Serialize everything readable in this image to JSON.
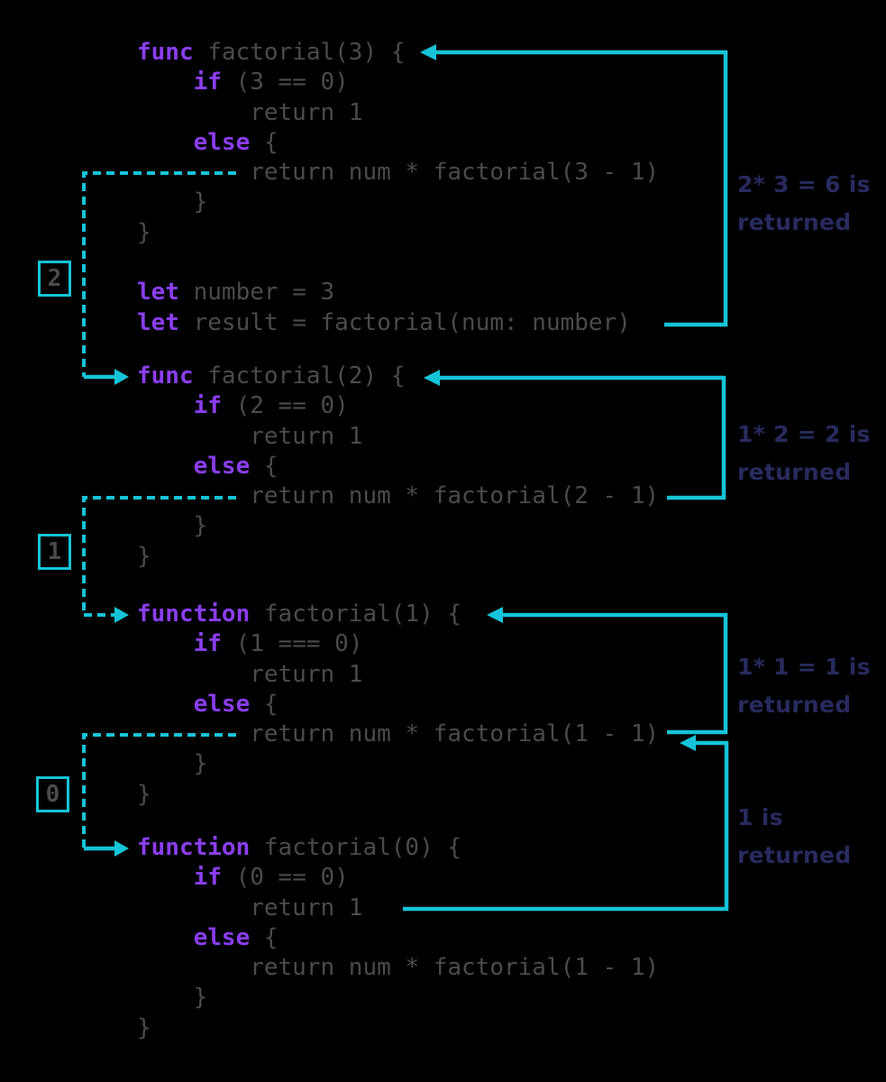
{
  "colors": {
    "background": "#000000",
    "accent_cyan": "#15c4d8",
    "keyword_purple": "#8b3df0",
    "code_gray": "#4b4b4b",
    "annotation_navy": "#272b5e"
  },
  "code_blocks": [
    {
      "name": "factorial-3-call",
      "lines": [
        [
          {
            "text": "func",
            "style": "keyword"
          },
          {
            "text": " factorial(3) {",
            "style": "plain"
          }
        ],
        [
          {
            "text": "    ",
            "style": "plain"
          },
          {
            "text": "if",
            "style": "keyword"
          },
          {
            "text": " (3 == 0)",
            "style": "plain"
          }
        ],
        [
          {
            "text": "        return 1",
            "style": "plain"
          }
        ],
        [
          {
            "text": "    ",
            "style": "plain"
          },
          {
            "text": "else",
            "style": "keyword"
          },
          {
            "text": " {",
            "style": "plain"
          }
        ],
        [
          {
            "text": "        return num * factorial(3 - 1)",
            "style": "plain"
          }
        ],
        [
          {
            "text": "    }",
            "style": "plain"
          }
        ],
        [
          {
            "text": "}",
            "style": "plain"
          }
        ],
        [
          {
            "text": "",
            "style": "plain"
          }
        ],
        [
          {
            "text": "let",
            "style": "keyword"
          },
          {
            "text": " number = 3",
            "style": "plain"
          }
        ],
        [
          {
            "text": "let",
            "style": "keyword"
          },
          {
            "text": " result = factorial(num: number)",
            "style": "plain"
          }
        ]
      ]
    },
    {
      "name": "factorial-2-call",
      "lines": [
        [
          {
            "text": "func",
            "style": "keyword"
          },
          {
            "text": " factorial(2) {",
            "style": "plain"
          }
        ],
        [
          {
            "text": "    ",
            "style": "plain"
          },
          {
            "text": "if",
            "style": "keyword"
          },
          {
            "text": " (2 == 0)",
            "style": "plain"
          }
        ],
        [
          {
            "text": "        return 1",
            "style": "plain"
          }
        ],
        [
          {
            "text": "    ",
            "style": "plain"
          },
          {
            "text": "else",
            "style": "keyword"
          },
          {
            "text": " {",
            "style": "plain"
          }
        ],
        [
          {
            "text": "        return num * factorial(2 - 1)",
            "style": "plain"
          }
        ],
        [
          {
            "text": "    }",
            "style": "plain"
          }
        ],
        [
          {
            "text": "}",
            "style": "plain"
          }
        ]
      ]
    },
    {
      "name": "factorial-1-call",
      "lines": [
        [
          {
            "text": "function",
            "style": "keyword"
          },
          {
            "text": " factorial(1) {",
            "style": "plain"
          }
        ],
        [
          {
            "text": "    ",
            "style": "plain"
          },
          {
            "text": "if",
            "style": "keyword"
          },
          {
            "text": " (1 === 0)",
            "style": "plain"
          }
        ],
        [
          {
            "text": "        return 1",
            "style": "plain"
          }
        ],
        [
          {
            "text": "    ",
            "style": "plain"
          },
          {
            "text": "else",
            "style": "keyword"
          },
          {
            "text": " {",
            "style": "plain"
          }
        ],
        [
          {
            "text": "        return num * factorial(1 - 1)",
            "style": "plain"
          }
        ],
        [
          {
            "text": "    }",
            "style": "plain"
          }
        ],
        [
          {
            "text": "}",
            "style": "plain"
          }
        ]
      ]
    },
    {
      "name": "factorial-0-call",
      "lines": [
        [
          {
            "text": "function",
            "style": "keyword"
          },
          {
            "text": " factorial(0) {",
            "style": "plain"
          }
        ],
        [
          {
            "text": "    ",
            "style": "plain"
          },
          {
            "text": "if",
            "style": "keyword"
          },
          {
            "text": " (0 == 0)",
            "style": "plain"
          }
        ],
        [
          {
            "text": "        return 1",
            "style": "plain"
          }
        ],
        [
          {
            "text": "    ",
            "style": "plain"
          },
          {
            "text": "else",
            "style": "keyword"
          },
          {
            "text": " {",
            "style": "plain"
          }
        ],
        [
          {
            "text": "        return num * factorial(1 - 1)",
            "style": "plain"
          }
        ],
        [
          {
            "text": "    }",
            "style": "plain"
          }
        ],
        [
          {
            "text": "}",
            "style": "plain"
          }
        ]
      ]
    }
  ],
  "call_depth_boxes": [
    {
      "label": "2"
    },
    {
      "label": "1"
    },
    {
      "label": "0"
    }
  ],
  "return_annotations": [
    {
      "line1": "2* 3 = 6 is",
      "line2": "returned"
    },
    {
      "line1": "1* 2 = 2 is",
      "line2": "returned"
    },
    {
      "line1": "1* 1 = 1 is",
      "line2": "returned"
    },
    {
      "line1": "1 is",
      "line2": "returned"
    }
  ]
}
